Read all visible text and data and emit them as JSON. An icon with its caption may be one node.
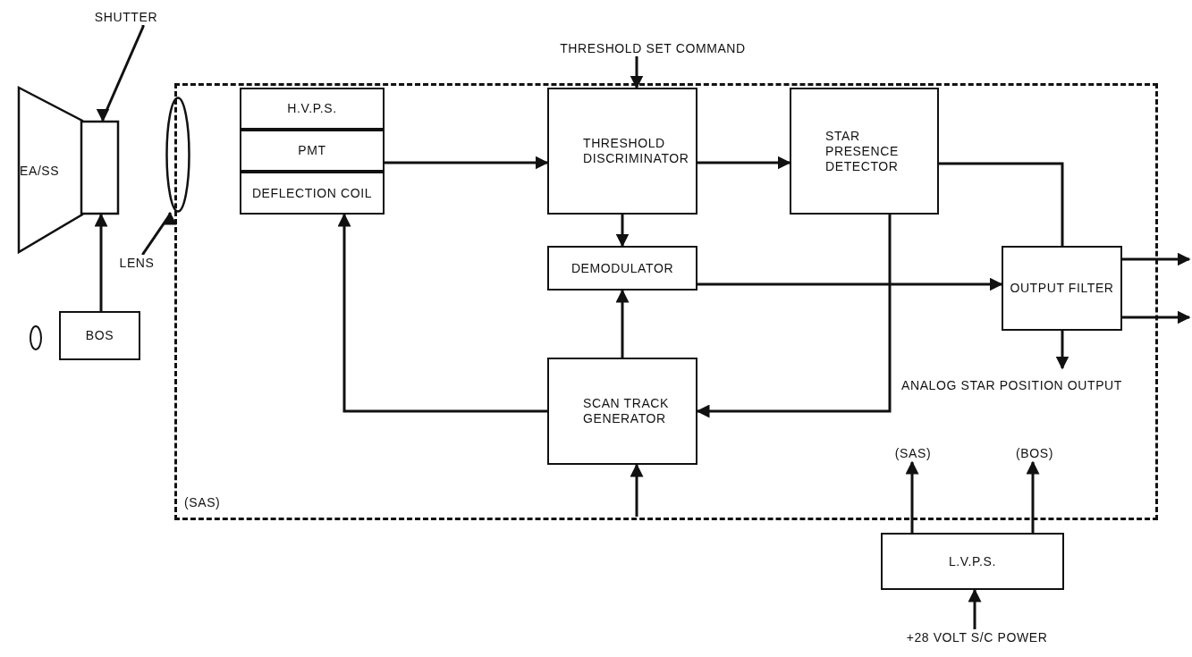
{
  "diagram": {
    "nodes": [
      {
        "text": [
          "(SAS)"
        ]
      },
      {
        "text": [
          "EA/SS"
        ]
      },
      {
        "text": [],
        "shape": "box"
      },
      {
        "text": [
          "SHUTTER"
        ]
      },
      {
        "text": [],
        "shape": "ellipse"
      },
      {
        "text": [
          "LENS"
        ]
      },
      {
        "text": [
          "BOS"
        ]
      },
      {
        "text": [
          "H.V.P.S."
        ],
        "in": 0
      },
      {
        "text": [
          "PMT"
        ],
        "in": 0
      },
      {
        "text": [
          "DEFLECTION COIL"
        ],
        "in": 0
      },
      {
        "text": [
          "THRESHOLD DISCRIMINATOR"
        ],
        "in": 0
      },
      {
        "text": [
          "STAR PRESENCE DETECTOR"
        ],
        "in": 0
      },
      {
        "text": [
          "DEMODULATOR"
        ],
        "in": 0
      },
      {
        "text": [
          "SCAN TRACK GENERATOR"
        ],
        "in": 0
      },
      {
        "text": [
          "OUTPUT FILTER"
        ],
        "in": 0
      },
      {
        "text": [
          "THRESHOLD SET COMMAND"
        ]
      },
      {
        "text": [
          "L.V.P.S."
        ]
      },
      {
        "text": [
          "(SAS)"
        ],
        "in": 0
      },
      {
        "text": [
          "(BOS)"
        ],
        "in": 0
      },
      {
        "text": [
          "+28 VOLT S/C POWER"
        ]
      },
      {
        "text": [
          "ANALOG STAR POSITION OUTPUT"
        ],
        "in": 0
      }
    ],
    "edges": [
      {
        "from": 3,
        "to": 2,
        "arrow": "to"
      },
      {
        "from": 5,
        "to": 4,
        "arrow": "to"
      },
      {
        "from": 6,
        "to": 2,
        "arrow": "to"
      },
      {
        "from": 8,
        "to": 10,
        "arrow": "to"
      },
      {
        "from": 15,
        "to": 10,
        "arrow": "to"
      },
      {
        "from": 10,
        "to": 11,
        "arrow": "to"
      },
      {
        "from": 10,
        "to": 12,
        "arrow": "to"
      },
      {
        "from": 12,
        "to": 14,
        "arrow": "to"
      },
      {
        "from": 11,
        "to": 14,
        "arrow": "none"
      },
      {
        "from": 11,
        "to": 13,
        "arrow": "to"
      },
      {
        "from": 13,
        "to": 12,
        "arrow": "to"
      },
      {
        "from": 13,
        "to": 9,
        "arrow": "to"
      },
      {
        "from": null,
        "to": 13,
        "arrow": "to"
      },
      {
        "from": 14,
        "to": null,
        "arrow": "to"
      },
      {
        "from": 14,
        "to": null,
        "arrow": "to"
      },
      {
        "from": 14,
        "to": 20,
        "arrow": "to"
      },
      {
        "from": 16,
        "to": 17,
        "arrow": "to"
      },
      {
        "from": 16,
        "to": 18,
        "arrow": "to"
      },
      {
        "from": 19,
        "to": 16,
        "arrow": "to"
      }
    ]
  }
}
